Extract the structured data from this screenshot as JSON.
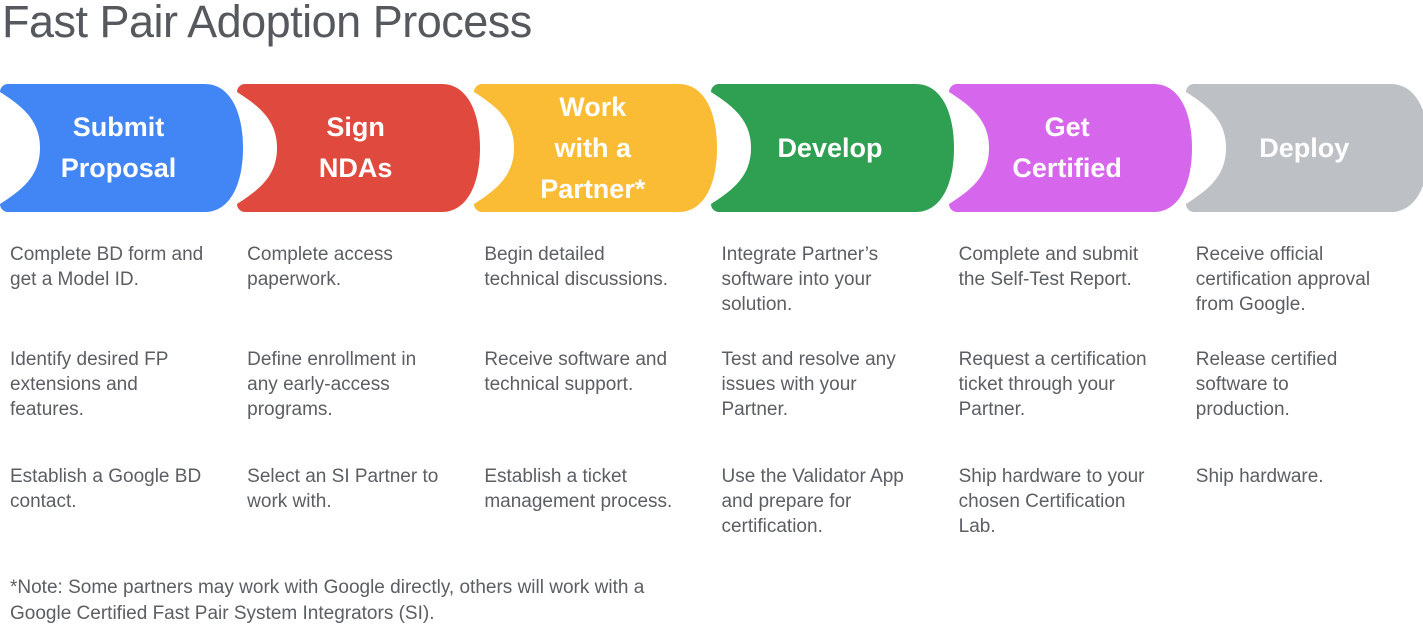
{
  "title": "Fast Pair Adoption Process",
  "note": "*Note: Some partners may work with Google directly, others will work with a\nGoogle Certified Fast Pair System Integrators (SI).",
  "stages": [
    {
      "id": "submit-proposal",
      "color": "#4285F4",
      "label": "Submit\nProposal",
      "items": [
        "Complete BD form and\nget a Model ID.",
        "Identify desired FP\nextensions and\nfeatures.",
        "Establish a Google BD\ncontact."
      ]
    },
    {
      "id": "sign-ndas",
      "color": "#E04A3E",
      "label": "Sign\nNDAs",
      "items": [
        "Complete access\npaperwork.",
        "Define enrollment in\nany early-access\nprograms.",
        "Select an SI Partner to\nwork with."
      ]
    },
    {
      "id": "work-with-a-partner",
      "color": "#FABC34",
      "label": "Work\nwith a\nPartner*",
      "items": [
        "Begin detailed\ntechnical discussions.",
        "Receive software and\ntechnical support.",
        "Establish a ticket\nmanagement process."
      ]
    },
    {
      "id": "develop",
      "color": "#2FA052",
      "label": "Develop",
      "items": [
        "Integrate Partner’s\nsoftware into your\nsolution.",
        "Test and resolve any\nissues with your\nPartner.",
        "Use the Validator App\nand prepare for\ncertification."
      ]
    },
    {
      "id": "get-certified",
      "color": "#D667EC",
      "label": "Get\nCertified",
      "items": [
        "Complete and submit\nthe Self-Test Report.",
        "Request a certification\nticket through your\nPartner.",
        "Ship hardware to your\nchosen Certification\nLab."
      ]
    },
    {
      "id": "deploy",
      "color": "#BDC1C6",
      "label": "Deploy",
      "items": [
        "Receive official\ncertification approval\nfrom Google.",
        "Release certified\nsoftware to\nproduction.",
        "Ship hardware."
      ]
    }
  ]
}
